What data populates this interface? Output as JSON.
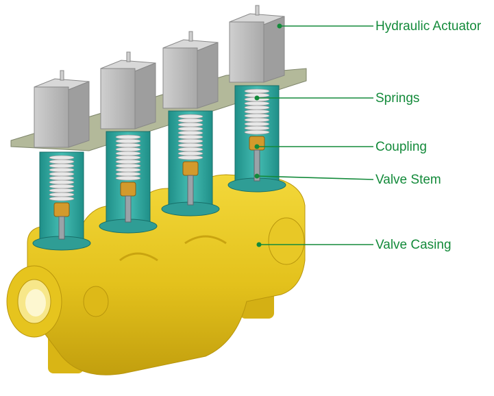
{
  "diagram": {
    "labels": {
      "actuator": "Hydraulic Actuator",
      "springs": "Springs",
      "coupling": "Coupling",
      "stem": "Valve Stem",
      "casing": "Valve Casing"
    },
    "label_color": "#138a3a",
    "colors": {
      "casing": "#e8c61f",
      "casing_shadow": "#c9a410",
      "actuator": "#b8b8b8",
      "plate": "#a5ad8c",
      "column": "#35a9a0",
      "spring": "#e8e8e8",
      "coupling": "#d39a2c"
    }
  }
}
